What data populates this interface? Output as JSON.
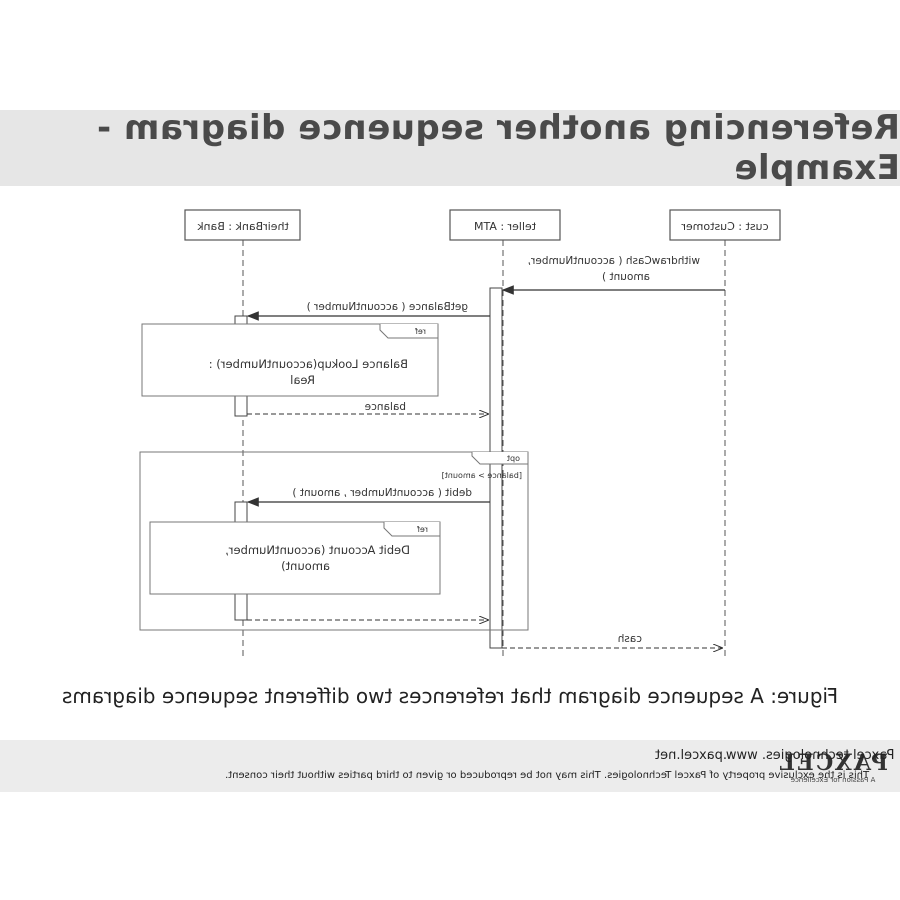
{
  "slide": {
    "title": "Referencing another sequence diagram - Example",
    "caption": "Figure: A sequence diagram that references two different sequence diagrams"
  },
  "diagram": {
    "lifelines": [
      "cust : Customer",
      "teller : ATM",
      "theirBank : Bank"
    ],
    "messages": {
      "m1_line1": "withdrawCash ( accountNumber,",
      "m1_line2": "amount )",
      "m2": "getBalance ( accountNumber )",
      "m3": "balance",
      "m4": "debit ( accountNumber , amount )",
      "m5": "cash"
    },
    "ref1": {
      "tag": "ref",
      "line1": "Balance Lookup(accountNumber) :",
      "line2": "Real"
    },
    "opt": {
      "tag": "opt",
      "guard": "[balance > amount]"
    },
    "ref2": {
      "tag": "ref",
      "line1": "Debit Account (accountNumber,",
      "line2": "amount)"
    }
  },
  "footer": {
    "company": "Paxcel technologies. www.paxcel.net",
    "notice": "This is the exclusive property of Paxcel Technologies. This may not be reproduced or given to third parties without their consent.",
    "logo_text": "PAXCEL",
    "logo_tagline": "A Passion for Excellence"
  }
}
